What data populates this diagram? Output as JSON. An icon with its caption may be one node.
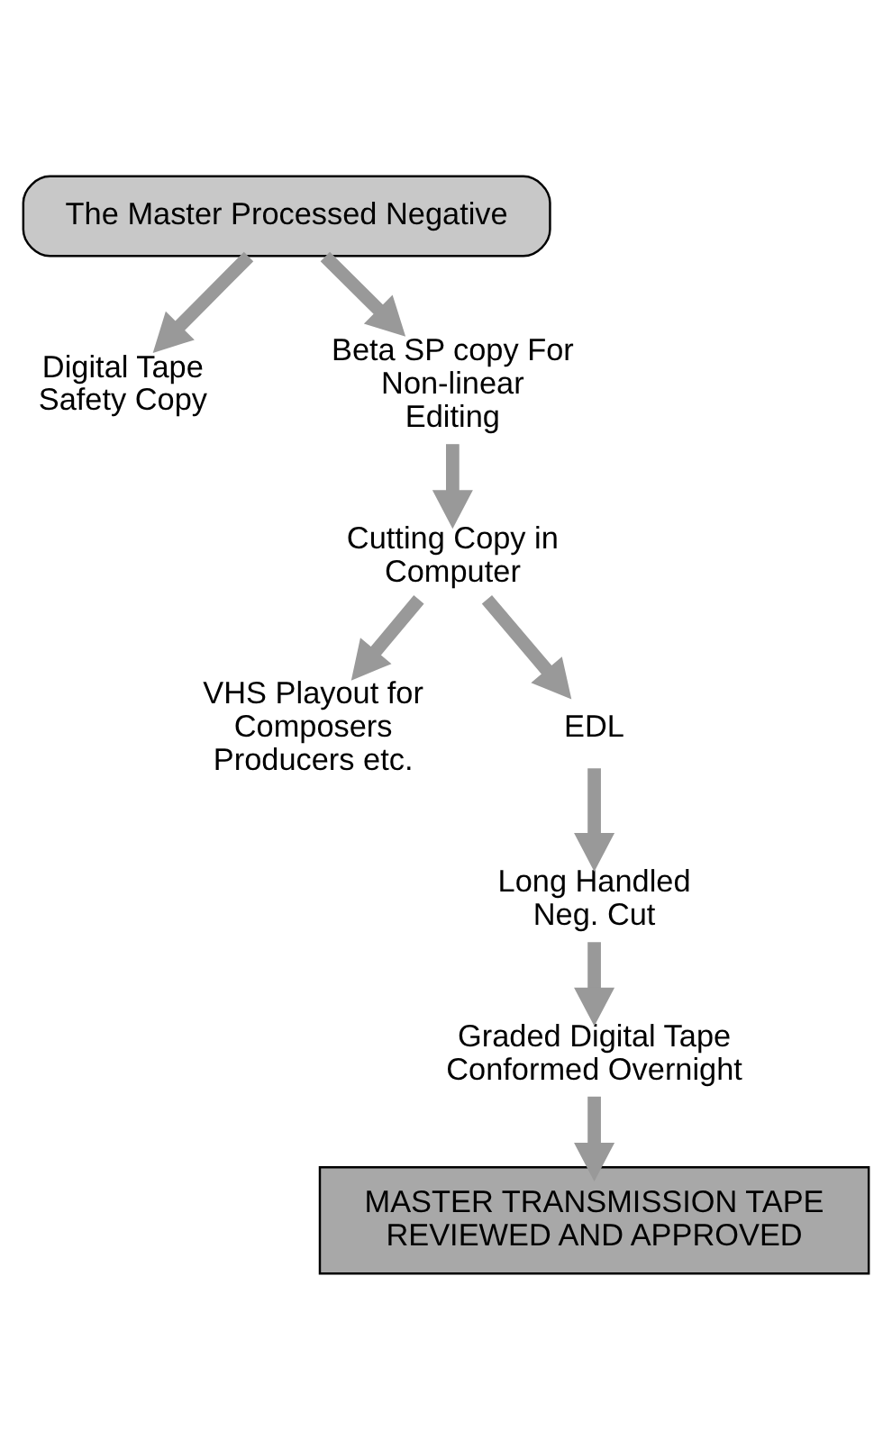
{
  "diagram": {
    "nodes": [
      {
        "text": [
          "The Master Processed Negative"
        ]
      },
      {
        "text": [
          "Digital Tape Safety Copy"
        ]
      },
      {
        "text": [
          "Beta SP copy For Non-linear Editing"
        ]
      },
      {
        "text": [
          "Cutting Copy in Computer"
        ]
      },
      {
        "text": [
          "VHS Playout for Composers Producers etc."
        ]
      },
      {
        "text": [
          "EDL"
        ]
      },
      {
        "text": [
          "Long Handled Neg. Cut"
        ]
      },
      {
        "text": [
          "Graded Digital Tape Conformed Overnight"
        ]
      },
      {
        "text": [
          "MASTER TRANSMISSION TAPE REVIEWED AND APPROVED"
        ]
      }
    ],
    "edges": [
      {
        "from": 0,
        "to": 1,
        "arrow": "to"
      },
      {
        "from": 0,
        "to": 2,
        "arrow": "to"
      },
      {
        "from": 2,
        "to": 3,
        "arrow": "to"
      },
      {
        "from": 3,
        "to": 4,
        "arrow": "to"
      },
      {
        "from": 3,
        "to": 5,
        "arrow": "to"
      },
      {
        "from": 5,
        "to": 6,
        "arrow": "to"
      },
      {
        "from": 6,
        "to": 7,
        "arrow": "to"
      },
      {
        "from": 7,
        "to": 8,
        "arrow": "to"
      }
    ]
  }
}
